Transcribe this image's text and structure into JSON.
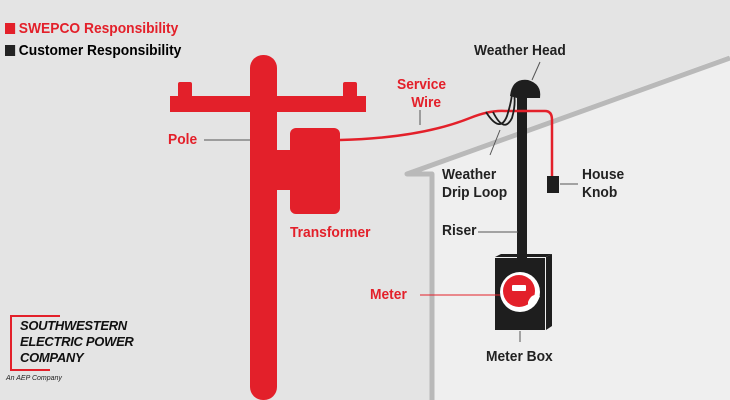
{
  "legend": [
    {
      "label": "SWEPCO Responsibility",
      "color": "#e3202a"
    },
    {
      "label": "Customer Responsibility",
      "color": "#222222"
    }
  ],
  "labels": {
    "pole": "Pole",
    "transformer": "Transformer",
    "service_wire_1": "Service",
    "service_wire_2": "Wire",
    "weather_head": "Weather Head",
    "drip_loop_1": "Weather",
    "drip_loop_2": "Drip Loop",
    "house_knob_1": "House",
    "house_knob_2": "Knob",
    "riser": "Riser",
    "meter": "Meter",
    "meter_box": "Meter Box"
  },
  "logo": {
    "line1": "SOUTHWESTERN",
    "line2": "ELECTRIC POWER",
    "line3": "COMPANY",
    "sub": "An AEP Company"
  },
  "colors": {
    "red": "#e3202a",
    "black": "#1e1e1e",
    "house_outline": "#b9b9b9"
  }
}
